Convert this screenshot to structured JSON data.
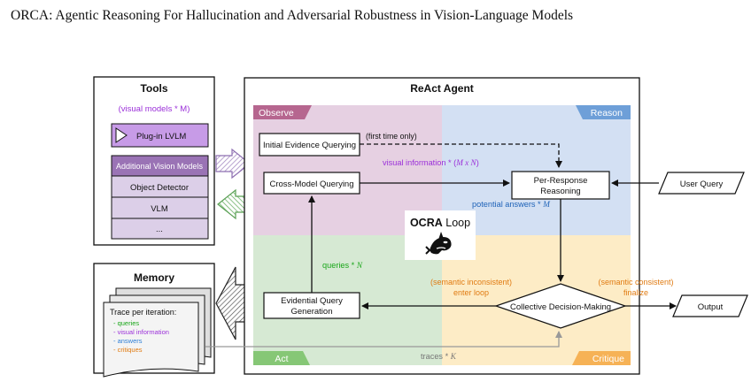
{
  "paper_header": "ORCA: Agentic Reasoning For Hallucination and Adversarial Robustness in Vision-Language Models",
  "tools": {
    "title": "Tools",
    "visual_models_label": "(visual models * M)",
    "plugin_lvlm": "Plug-in LVLM",
    "additional_models": "Additional Vision Models",
    "object_detector": "Object Detector",
    "vlm": "VLM",
    "ellipsis": "..."
  },
  "memory": {
    "title": "Memory",
    "trace_title": "Trace per iteration:",
    "items": [
      {
        "label": "- queries",
        "color": "#19a619"
      },
      {
        "label": "- visual information",
        "color": "#9b30d9"
      },
      {
        "label": "- answers",
        "color": "#2f7fd6"
      },
      {
        "label": "- critiques",
        "color": "#e07b12"
      }
    ]
  },
  "agent": {
    "title": "ReAct Agent",
    "quadrants": {
      "observe": "Observe",
      "reason": "Reason",
      "act": "Act",
      "critique": "Critique"
    },
    "loop_title_bold": "OCRA",
    "loop_title_rest": " Loop",
    "nodes": {
      "initial_evidence": "Initial Evidence Querying",
      "first_time_only": "(first time only)",
      "cross_model": "Cross-Model Querying",
      "per_response_1": "Per-Response",
      "per_response_2": "Reasoning",
      "evidential_1": "Evidential Query",
      "evidential_2": "Generation",
      "decision": "Collective Decision-Making"
    },
    "edge_labels": {
      "visual_info_prefix": "visual information * (",
      "visual_info_var": "M x N",
      "visual_info_suffix": ")",
      "potential_prefix": "potential answers * ",
      "potential_var": "M",
      "queries_prefix": "queries * ",
      "queries_var": "N",
      "inconsistent_1": "(semantic inconsistent)",
      "inconsistent_2": "enter loop",
      "consistent_1": "(semantic consistent)",
      "consistent_2": "finalize",
      "traces_prefix": "traces * ",
      "traces_var": "K"
    }
  },
  "io": {
    "user_query": "User Query",
    "output": "Output"
  },
  "colors": {
    "observe_bg": "#e6d0e2",
    "reason_bg": "#d3e0f3",
    "act_bg": "#d6e9d3",
    "critique_bg": "#fdecc6",
    "observe_tab": "#b6668f",
    "reason_tab": "#6e9fd8",
    "act_tab": "#86c776",
    "critique_tab": "#f6b256",
    "purple": "#9b30d9",
    "blue": "#1f63b8",
    "green": "#19a619",
    "orange": "#e07b12"
  }
}
